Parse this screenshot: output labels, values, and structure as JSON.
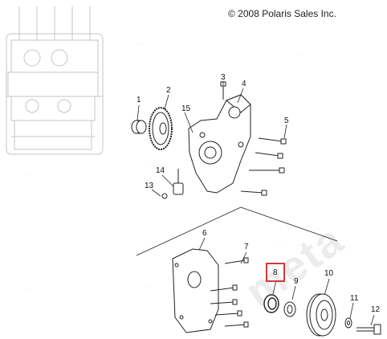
{
  "copyright": "© 2008 Polaris Sales Inc.",
  "callouts": [
    "1",
    "2",
    "3",
    "4",
    "5",
    "6",
    "7",
    "8",
    "9",
    "10",
    "11",
    "12",
    "13",
    "14",
    "15"
  ],
  "highlighted_part": "8",
  "watermark": "meta",
  "colors": {
    "highlight": "#d43838",
    "line": "#222222",
    "ghost": "#c9c9c9"
  }
}
